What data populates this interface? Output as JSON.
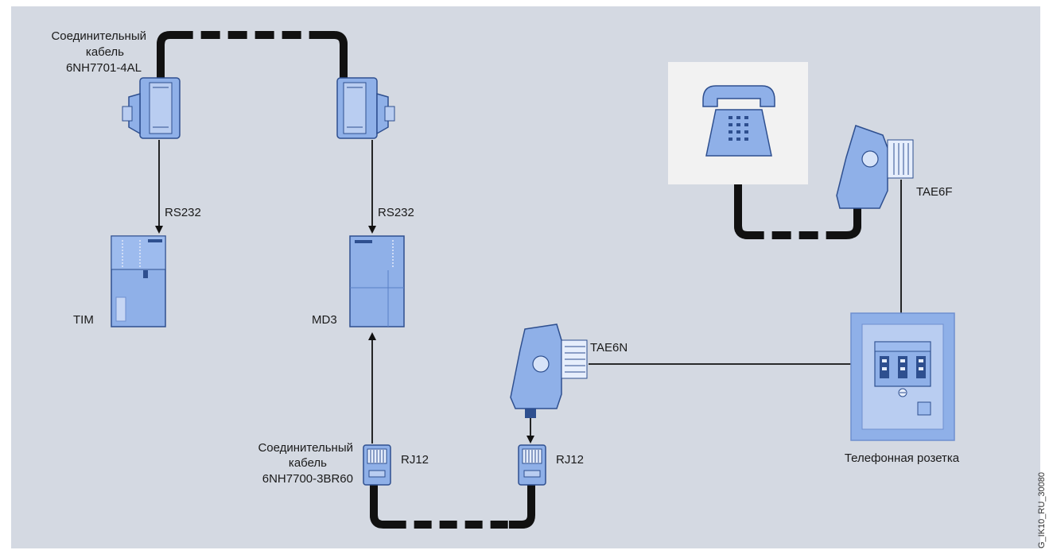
{
  "labels": {
    "cable1_line1": "Соединительный",
    "cable1_line2": "кабель",
    "cable1_line3": "6NH7701-4AL",
    "rs232_left": "RS232",
    "rs232_right": "RS232",
    "tim": "TIM",
    "md3": "MD3",
    "cable2_line1": "Соединительный",
    "cable2_line2": "кабель",
    "cable2_line3": "6NH7700-3BR60",
    "rj12_left": "RJ12",
    "rj12_right": "RJ12",
    "tae6n": "TAE6N",
    "tae6f": "TAE6F",
    "socket": "Телефонная розетка",
    "figure_code": "G_IK10_RU_30080"
  },
  "colors": {
    "background": "#d4d9e2",
    "device_fill": "#8fb0e8",
    "device_dark": "#2e4f8f",
    "device_light": "#b9cdf1",
    "cable": "#111111",
    "phone_box": "#f2f2f2"
  }
}
